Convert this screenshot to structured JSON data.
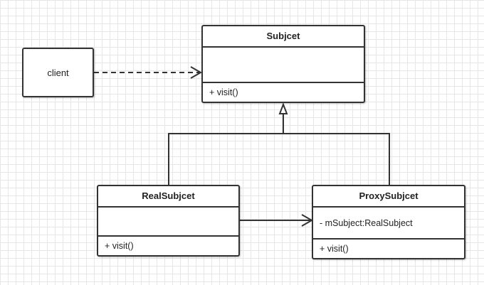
{
  "client": {
    "label": "client"
  },
  "subject": {
    "name": "Subjcet",
    "attribute": "",
    "operation": "+ visit()"
  },
  "real_subject": {
    "name": "RealSubjcet",
    "attribute": "",
    "operation": "+ visit()"
  },
  "proxy_subject": {
    "name": "ProxySubjcet",
    "attribute": "- mSubject:RealSubject",
    "operation": "+ visit()"
  },
  "relations": [
    {
      "from": "client",
      "to": "Subjcet",
      "type": "dependency"
    },
    {
      "from": "RealSubjcet",
      "to": "Subjcet",
      "type": "generalization"
    },
    {
      "from": "ProxySubjcet",
      "to": "Subjcet",
      "type": "generalization"
    },
    {
      "from": "RealSubjcet",
      "to": "ProxySubjcet",
      "type": "association"
    }
  ]
}
